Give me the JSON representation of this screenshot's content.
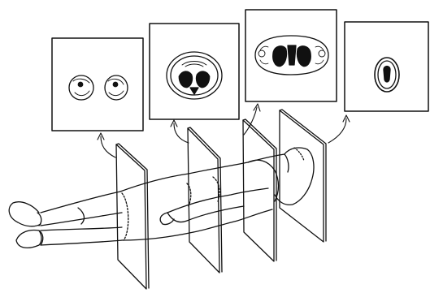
{
  "figure": {
    "panels": [
      {
        "id": "legs",
        "depicts": "cross-section-both-thighs"
      },
      {
        "id": "pelvis",
        "depicts": "cross-section-pelvis"
      },
      {
        "id": "chest",
        "depicts": "cross-section-thorax"
      },
      {
        "id": "head",
        "depicts": "cross-section-head"
      }
    ],
    "planes_count": 4,
    "ink_color": "#111111",
    "background_color": "#ffffff"
  }
}
